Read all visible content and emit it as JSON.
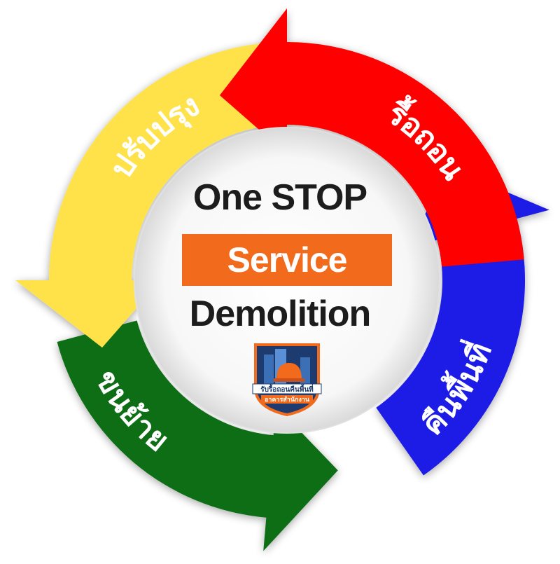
{
  "center": {
    "line1": "One STOP",
    "line2": "Service",
    "line3": "Demolition"
  },
  "steps": [
    {
      "label": "รื้อถอน",
      "color": "#ff0000"
    },
    {
      "label": "คืนพื้นที่",
      "color": "#1a1ae6"
    },
    {
      "label": "ขนย้าย",
      "color": "#0d6e12"
    },
    {
      "label": "ปรับปรุง",
      "color": "#ffe24a"
    }
  ],
  "logo": {
    "name": "รับรื้อถอนคืนพื้นที่",
    "sub": "อาคารสำนักงาน"
  },
  "colors": {
    "service_box": "#f26b1d",
    "title_text": "#1c1c1c"
  }
}
